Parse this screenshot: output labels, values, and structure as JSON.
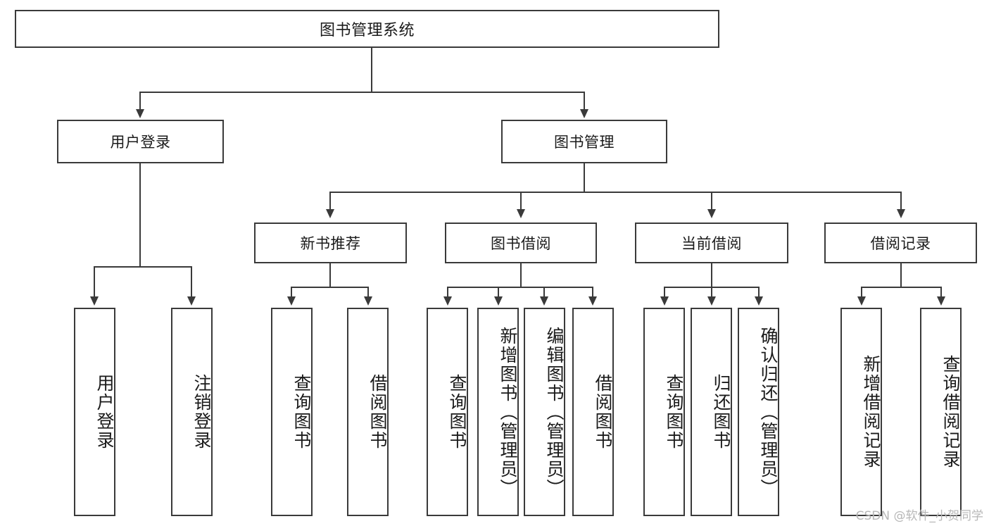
{
  "diagram": {
    "title": "图书管理系统",
    "watermark": "CSDN @软件_小贺同学",
    "line_color": "#3a3a3a",
    "box_fill": "#ffffff",
    "text_color": "#1a1a1a",
    "watermark_color": "#b7b7b7"
  },
  "nodes": {
    "root": {
      "label": "图书管理系统"
    },
    "level2": [
      {
        "label": "用户登录"
      },
      {
        "label": "图书管理"
      }
    ],
    "level3": [
      {
        "label": "新书推荐"
      },
      {
        "label": "图书借阅"
      },
      {
        "label": "当前借阅"
      },
      {
        "label": "借阅记录"
      }
    ],
    "leaves": {
      "user_login": [
        {
          "label": "用户登录"
        },
        {
          "label": "注销登录"
        }
      ],
      "new_book_recommend": [
        {
          "label": "查询图书"
        },
        {
          "label": "借阅图书"
        }
      ],
      "book_borrow": [
        {
          "label": "查询图书"
        },
        {
          "label": "新增图书（管理员）"
        },
        {
          "label": "编辑图书（管理员）"
        },
        {
          "label": "借阅图书"
        }
      ],
      "current_borrow": [
        {
          "label": "查询图书"
        },
        {
          "label": "归还图书"
        },
        {
          "label": "确认归还（管理员）"
        }
      ],
      "borrow_record": [
        {
          "label": "新增借阅记录"
        },
        {
          "label": "查询借阅记录"
        }
      ]
    }
  },
  "chart_data": {
    "type": "table",
    "title": "图书管理系统 功能结构图",
    "tree": [
      {
        "name": "图书管理系统",
        "children": [
          {
            "name": "用户登录",
            "children": [
              {
                "name": "用户登录"
              },
              {
                "name": "注销登录"
              }
            ]
          },
          {
            "name": "图书管理",
            "children": [
              {
                "name": "新书推荐",
                "children": [
                  {
                    "name": "查询图书"
                  },
                  {
                    "name": "借阅图书"
                  }
                ]
              },
              {
                "name": "图书借阅",
                "children": [
                  {
                    "name": "查询图书"
                  },
                  {
                    "name": "新增图书（管理员）"
                  },
                  {
                    "name": "编辑图书（管理员）"
                  },
                  {
                    "name": "借阅图书"
                  }
                ]
              },
              {
                "name": "当前借阅",
                "children": [
                  {
                    "name": "查询图书"
                  },
                  {
                    "name": "归还图书"
                  },
                  {
                    "name": "确认归还（管理员）"
                  }
                ]
              },
              {
                "name": "借阅记录",
                "children": [
                  {
                    "name": "新增借阅记录"
                  },
                  {
                    "name": "查询借阅记录"
                  }
                ]
              }
            ]
          }
        ]
      }
    ]
  }
}
